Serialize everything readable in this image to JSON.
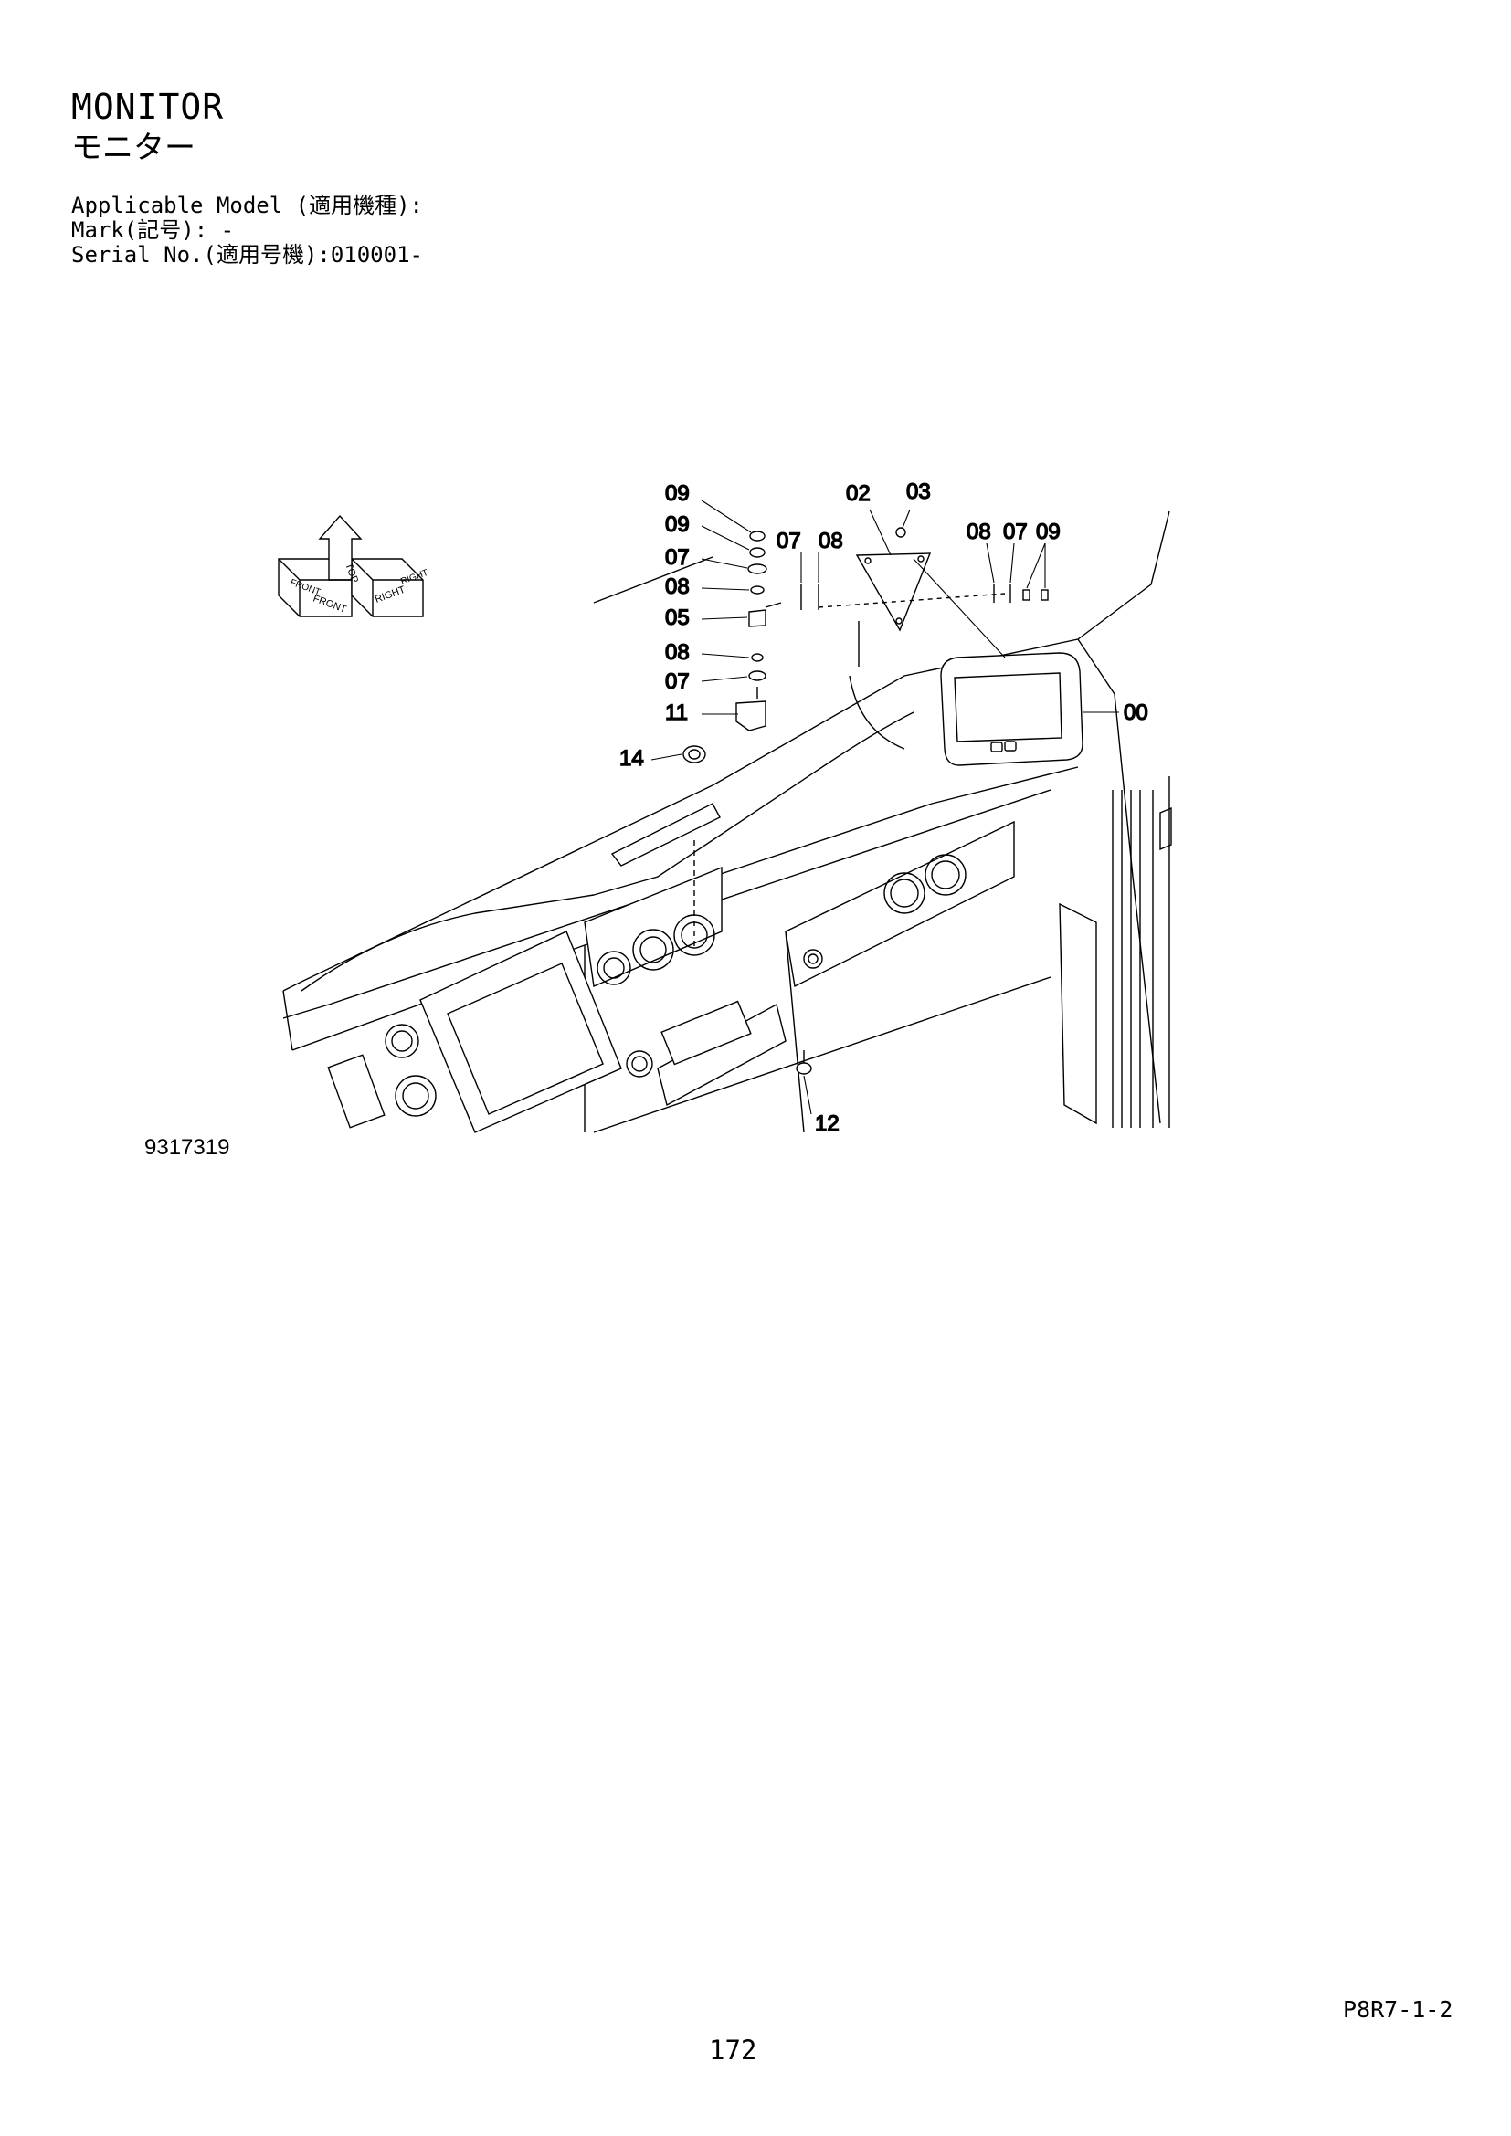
{
  "header": {
    "title": "MONITOR",
    "title_jp": "モニター",
    "applicable_model": "Applicable Model (適用機種):",
    "mark": "Mark(記号): -",
    "serial_no": "Serial No.(適用号機):010001-"
  },
  "diagram": {
    "drawing_number": "9317319",
    "orientation_labels": [
      "TOP",
      "FRONT",
      "RIGHT",
      "FRONT",
      "RIGHT"
    ],
    "callouts": [
      "09",
      "09",
      "07",
      "08",
      "05",
      "08",
      "07",
      "11",
      "14",
      "02",
      "03",
      "07",
      "08",
      "08",
      "07",
      "09",
      "00",
      "12"
    ]
  },
  "footer": {
    "page_code": "P8R7-1-2",
    "page_number": "172"
  }
}
